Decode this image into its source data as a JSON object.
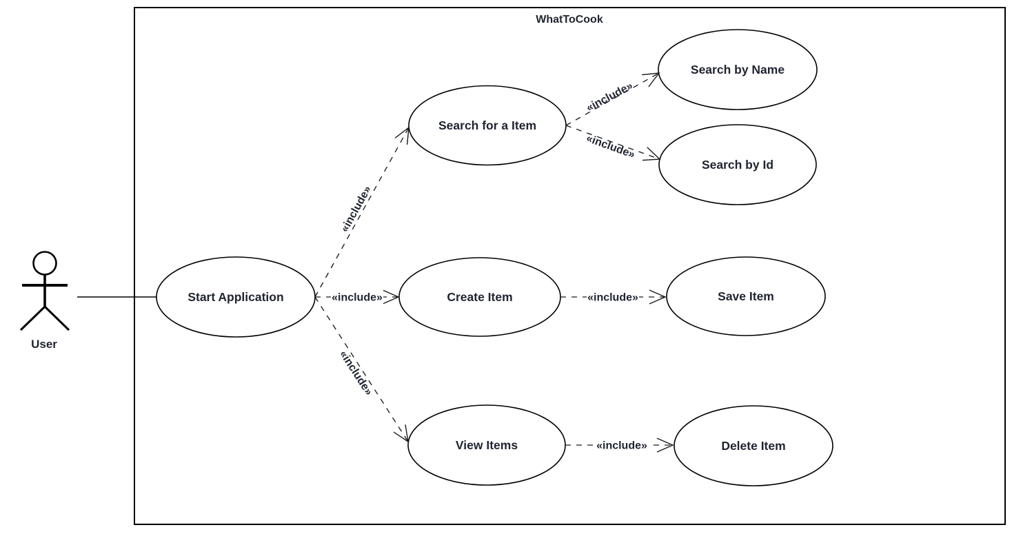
{
  "diagram": {
    "type": "uml-use-case",
    "system": {
      "title": "WhatToCook"
    },
    "actor": {
      "name": "User"
    },
    "use_cases": [
      {
        "label": "Start Application"
      },
      {
        "label": "Search for a Item"
      },
      {
        "label": "Create Item"
      },
      {
        "label": "View Items"
      },
      {
        "label": "Search by Name"
      },
      {
        "label": "Search by Id"
      },
      {
        "label": "Save Item"
      },
      {
        "label": "Delete Item"
      }
    ],
    "relationships": [
      {
        "from": "User",
        "to": "Start Application",
        "type": "association",
        "label": ""
      },
      {
        "from": "Start Application",
        "to": "Search for a Item",
        "type": "include",
        "label": "«include»"
      },
      {
        "from": "Start Application",
        "to": "Create Item",
        "type": "include",
        "label": "«include»"
      },
      {
        "from": "Start Application",
        "to": "View Items",
        "type": "include",
        "label": "«include»"
      },
      {
        "from": "Search for a Item",
        "to": "Search by Name",
        "type": "include",
        "label": "«include»"
      },
      {
        "from": "Search for a Item",
        "to": "Search by Id",
        "type": "include",
        "label": "«include»"
      },
      {
        "from": "Create Item",
        "to": "Save Item",
        "type": "include",
        "label": "«include»"
      },
      {
        "from": "View Items",
        "to": "Delete Item",
        "type": "include",
        "label": "«include»"
      }
    ],
    "colors": {
      "background": "#ffffff",
      "stroke": "#000000",
      "edge": "#1a1a1a",
      "text": "#1f2430"
    }
  }
}
